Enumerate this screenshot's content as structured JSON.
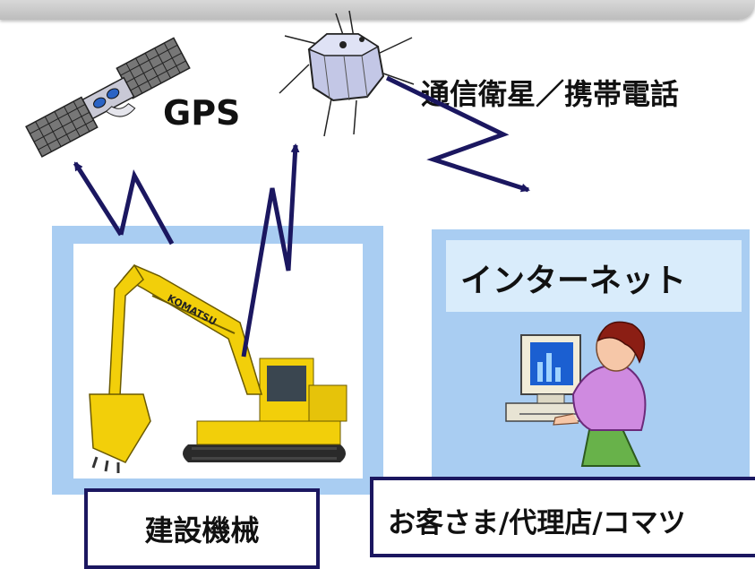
{
  "labels": {
    "gps": "GPS",
    "satellite_comm": "通信衛星／携帯電話",
    "internet": "インターネット",
    "machine": "建設機械",
    "users": "お客さま/代理店/コマツ",
    "excavator_brand": "KOMATSU"
  },
  "icons": {
    "gps_satellite": "gps-satellite-icon",
    "comm_satellite": "communication-satellite-icon",
    "excavator": "excavator-icon",
    "user": "person-at-computer-icon"
  },
  "colors": {
    "arrow": "#1b1760",
    "panel": "#a9cdf2",
    "panel_inner": "#d9ecfb",
    "excavator": "#f2cf0a"
  }
}
